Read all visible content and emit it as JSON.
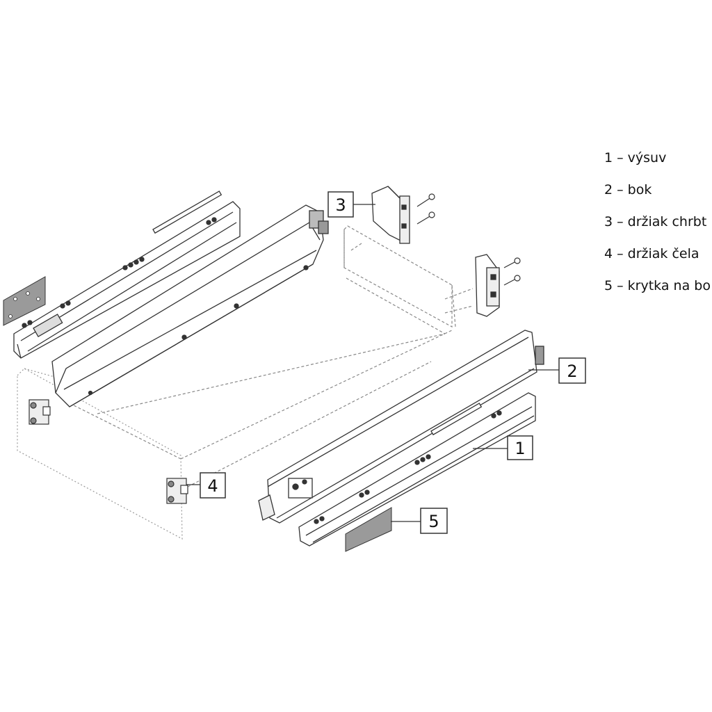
{
  "callouts": [
    {
      "id": 1,
      "label": "1"
    },
    {
      "id": 2,
      "label": "2"
    },
    {
      "id": 3,
      "label": "3"
    },
    {
      "id": 4,
      "label": "4"
    },
    {
      "id": 5,
      "label": "5"
    }
  ],
  "legend": [
    {
      "number": "1",
      "text": "1 – výsuv"
    },
    {
      "number": "2",
      "text": "2 – bok"
    },
    {
      "number": "3",
      "text": "3 – držiak chrbt"
    },
    {
      "number": "4",
      "text": "4 – držiak čela"
    },
    {
      "number": "5",
      "text": "5 – krytka na bo"
    }
  ],
  "colors": {
    "line": "#333333",
    "cover_fill": "#9a9a9a",
    "panel_fill": "#ffffff",
    "dashed": "#888888"
  }
}
